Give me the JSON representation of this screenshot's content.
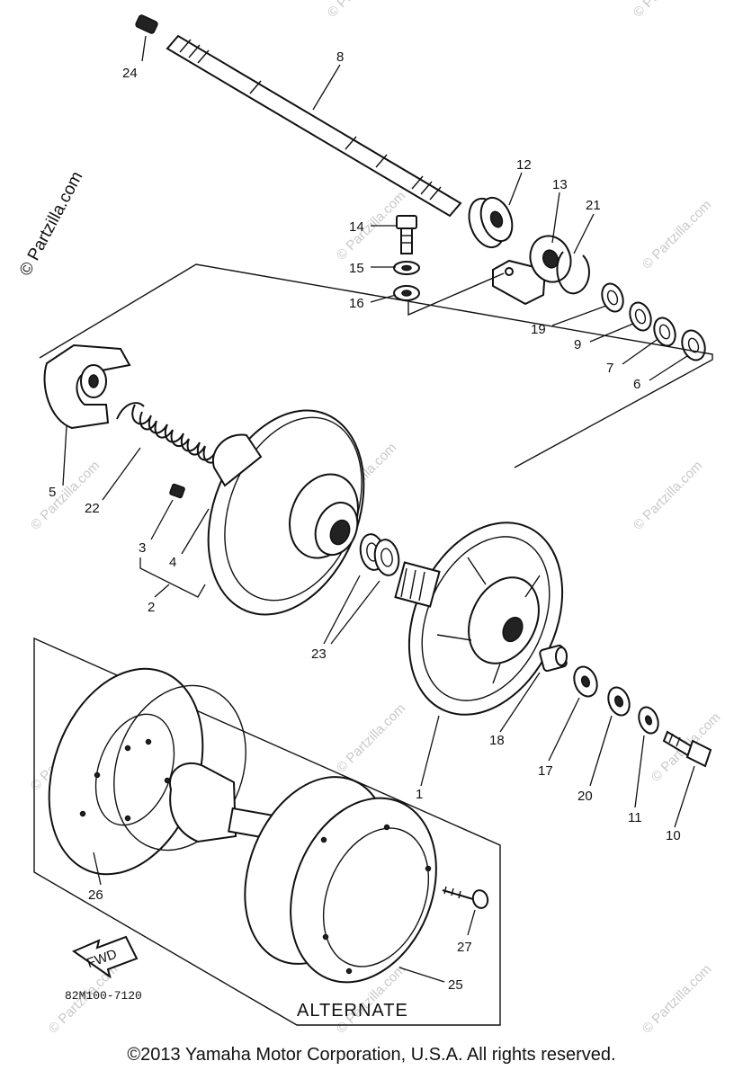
{
  "watermark": {
    "text": "© Partzilla.com",
    "side_text": "© Partzilla.com"
  },
  "parts": {
    "p1": "1",
    "p2": "2",
    "p3": "3",
    "p4": "4",
    "p5": "5",
    "p6": "6",
    "p7": "7",
    "p8": "8",
    "p9": "9",
    "p10": "10",
    "p11": "11",
    "p12": "12",
    "p13": "13",
    "p14": "14",
    "p15": "15",
    "p16": "16",
    "p17": "17",
    "p18": "18",
    "p19": "19",
    "p20": "20",
    "p21": "21",
    "p22": "22",
    "p23": "23",
    "p24": "24",
    "p25": "25",
    "p26": "26",
    "p27": "27"
  },
  "fwd_label": "FWD",
  "diagram_code": "82M100-7120",
  "alternate_label": "ALTERNATE",
  "copyright": "©2013  Yamaha Motor Corporation, U.S.A. All rights reserved."
}
